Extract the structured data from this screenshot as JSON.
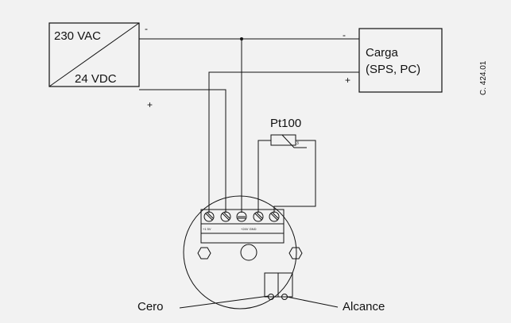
{
  "power_supply": {
    "input_label": "230 VAC",
    "output_label": "24 VDC",
    "minus_sign": "-",
    "plus_sign": "+"
  },
  "load": {
    "label_line1": "Carga",
    "label_line2": "(SPS, PC)",
    "minus_sign": "-",
    "plus_sign": "+"
  },
  "sensor": {
    "label": "Pt100"
  },
  "transmitter": {
    "zero_label": "Cero",
    "span_label": "Alcance"
  },
  "drawing_ref": "C. 424.01"
}
